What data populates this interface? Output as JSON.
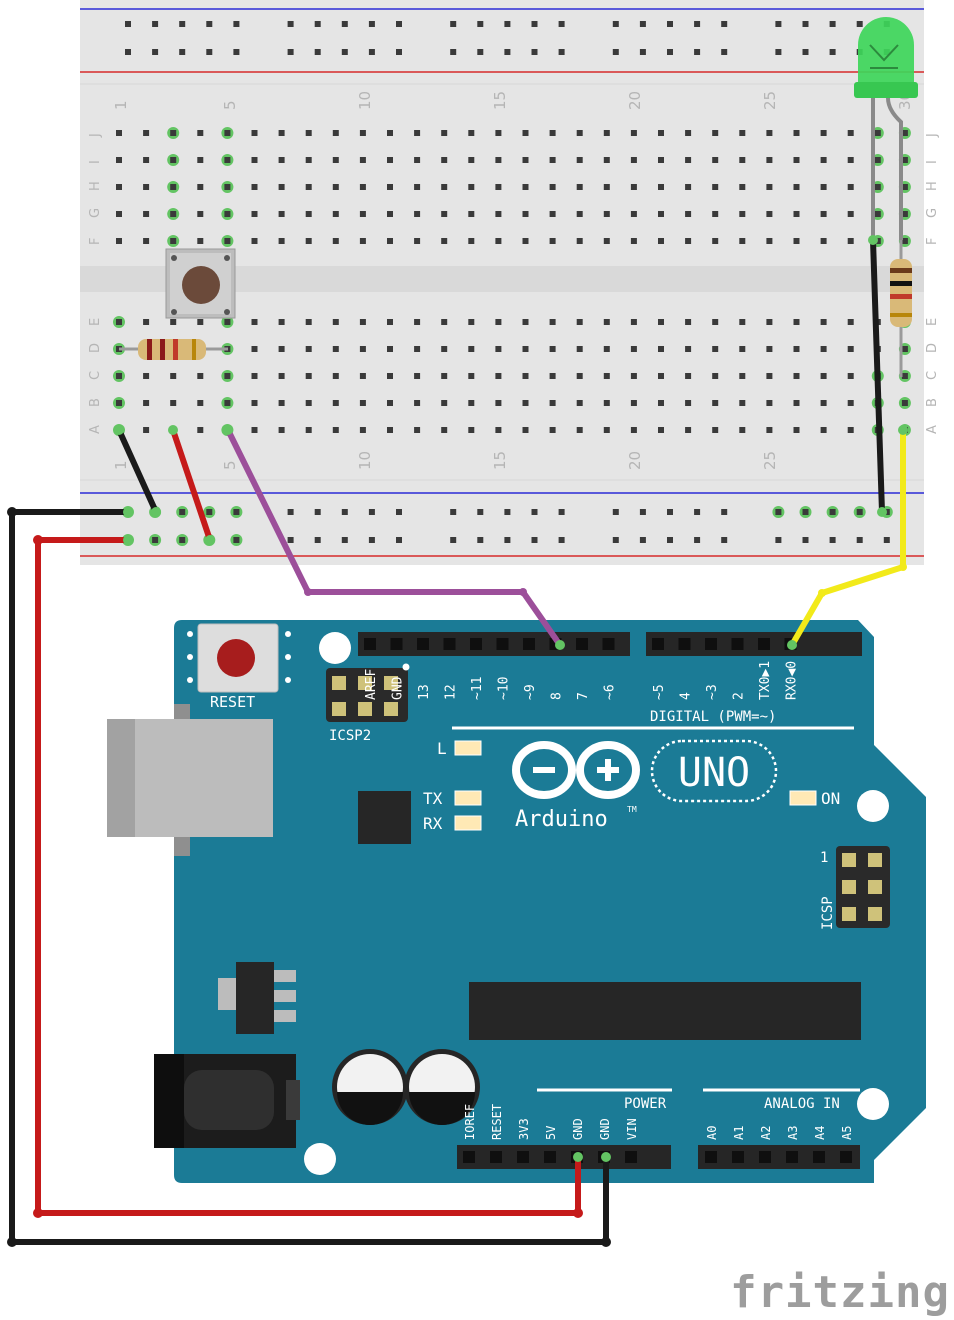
{
  "breadboard": {
    "column_numbers": [
      "1",
      "5",
      "10",
      "15",
      "20",
      "25",
      "30"
    ],
    "row_letters_top": [
      "J",
      "I",
      "H",
      "G",
      "F"
    ],
    "row_letters_bottom": [
      "E",
      "D",
      "C",
      "B",
      "A"
    ]
  },
  "arduino": {
    "board_name": "UNO",
    "brand": "Arduino",
    "trademark": "TM",
    "reset_label": "RESET",
    "icsp2_label": "ICSP2",
    "icsp_label": "ICSP",
    "icsp_pin1": "1",
    "digital_label": "DIGITAL (PWM=~)",
    "digital_pins": [
      "AREF",
      "GND",
      "13",
      "12",
      "~11",
      "~10",
      "~9",
      "8",
      "7",
      "~6",
      "~5",
      "4",
      "~3",
      "2",
      "TX0▶1",
      "RX0◀0"
    ],
    "led_labels": {
      "l": "L",
      "tx": "TX",
      "rx": "RX",
      "on": "ON"
    },
    "power_label": "POWER",
    "power_pins": [
      "IOREF",
      "RESET",
      "3V3",
      "5V",
      "GND",
      "GND",
      "VIN"
    ],
    "analog_label": "ANALOG IN",
    "analog_pins": [
      "A0",
      "A1",
      "A2",
      "A3",
      "A4",
      "A5"
    ]
  },
  "colors": {
    "board": "#1b7b96",
    "breadboard": "#e5e5e5",
    "wire_black": "#1a1a1a",
    "wire_red": "#c51a1a",
    "wire_purple": "#9c4f9a",
    "wire_yellow": "#f2ea1a",
    "led": "#3ed65a",
    "hole_highlight": "#63c463"
  },
  "watermark": "fritzing"
}
